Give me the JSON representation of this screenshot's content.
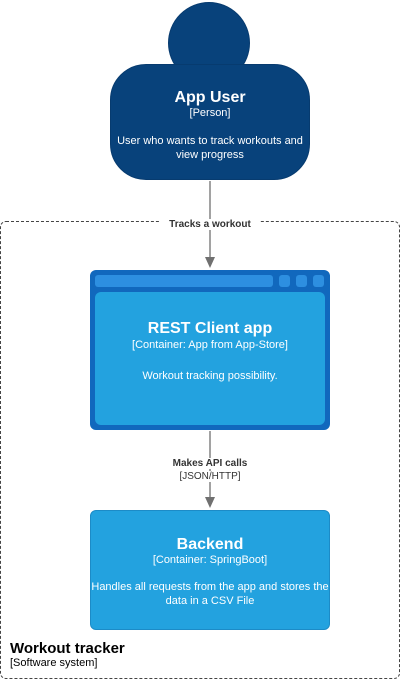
{
  "person": {
    "name": "App User",
    "type": "[Person]",
    "description_line1": "User who wants to track workouts and",
    "description_line2": "view progress"
  },
  "relationships": [
    {
      "description": "Tracks a workout",
      "technology": ""
    },
    {
      "description": "Makes API calls",
      "technology": "[JSON/HTTP]"
    }
  ],
  "containers": [
    {
      "name": "REST Client app",
      "type": "[Container: App from App-Store]",
      "description": "Workout tracking possibility."
    },
    {
      "name": "Backend",
      "type": "[Container: SpringBoot]",
      "description_line1": "Handles all requests from the app and stores the",
      "description_line2": "data in a CSV File"
    }
  ],
  "boundary": {
    "name": "Workout tracker",
    "type": "[Software system]"
  },
  "colors": {
    "person": "#08427b",
    "container": "#23a2df",
    "web_frame": "#1168bd",
    "arrow": "#707070",
    "boundary": "#444444"
  }
}
